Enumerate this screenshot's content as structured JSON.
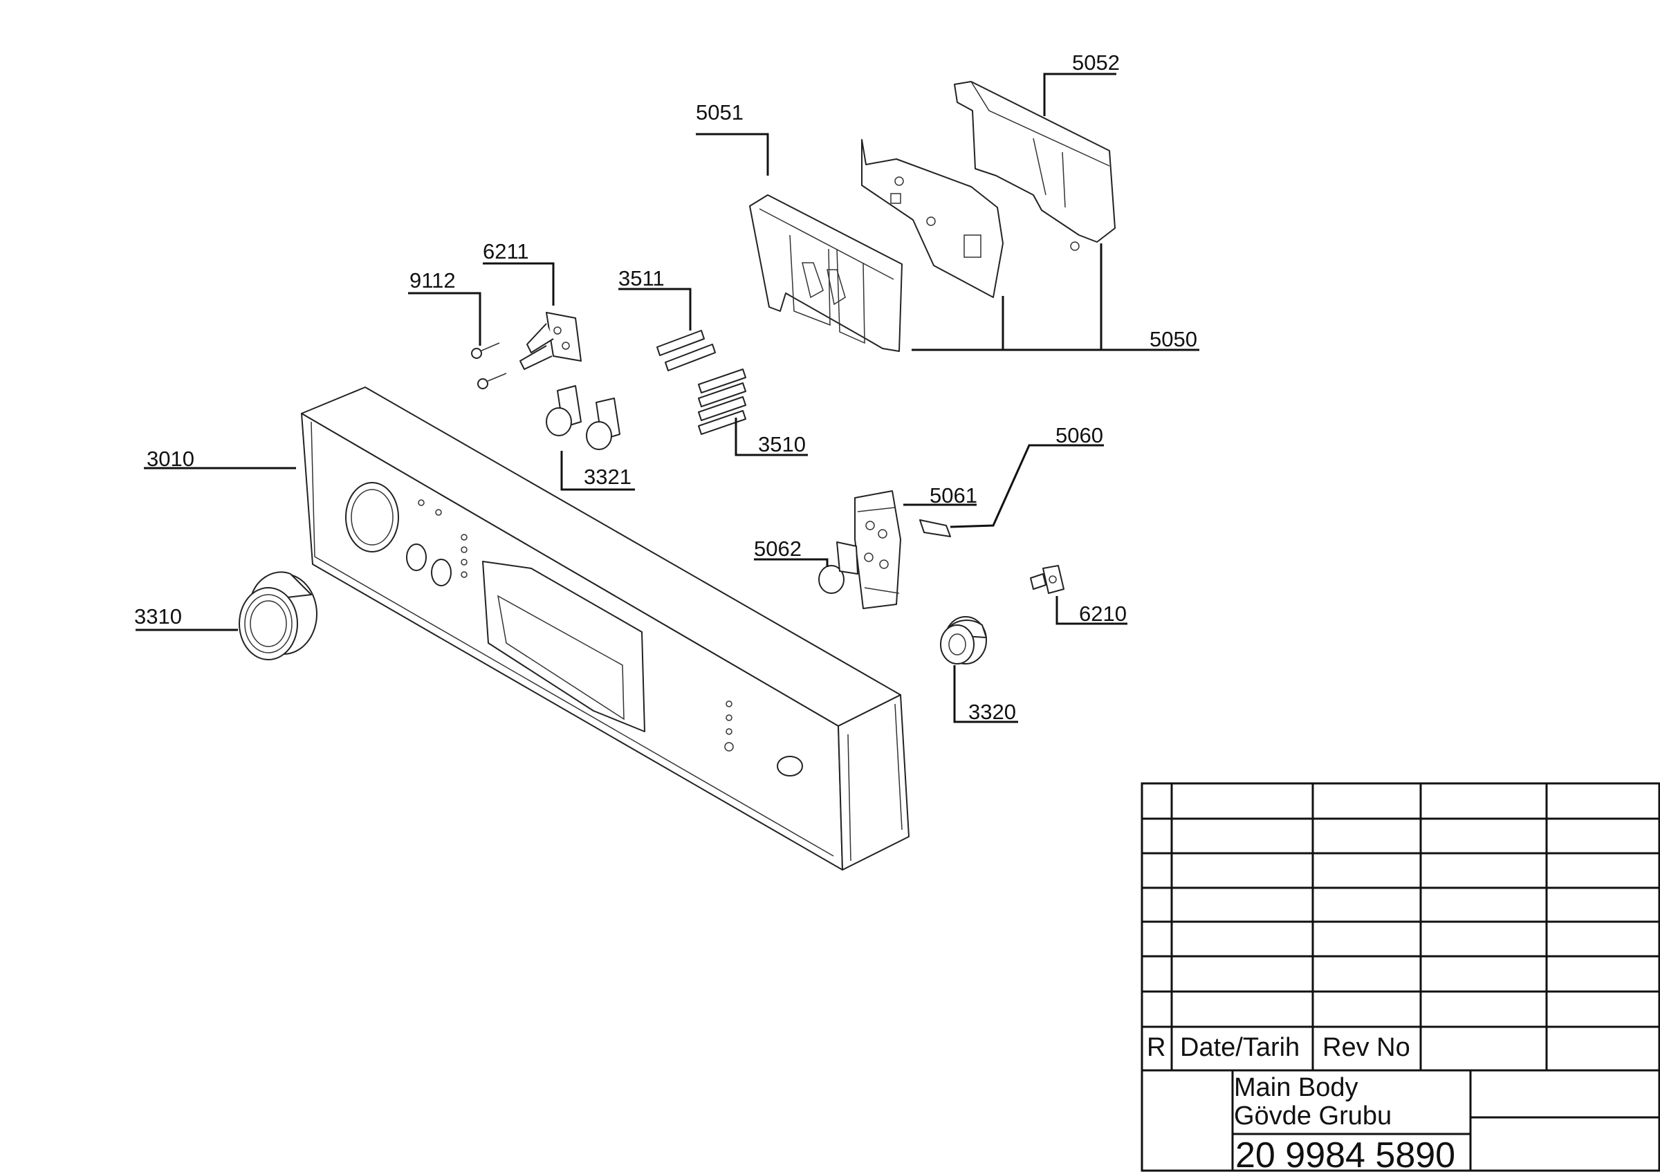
{
  "labels": {
    "p5052": "5052",
    "p5051": "5051",
    "p6211": "6211",
    "p9112": "9112",
    "p3511": "3511",
    "p5050": "5050",
    "p3010": "3010",
    "p3321": "3321",
    "p3510": "3510",
    "p5060": "5060",
    "p5061": "5061",
    "p5062": "5062",
    "p6210": "6210",
    "p3310": "3310",
    "p3320": "3320"
  },
  "title_block": {
    "rev_marker": "R",
    "date_header": "Date/Tarih",
    "rev_no_header": "Rev No",
    "title_line1": "Main Body",
    "title_line2": "Gövde Grubu",
    "part_number": "20 9984 5890"
  }
}
